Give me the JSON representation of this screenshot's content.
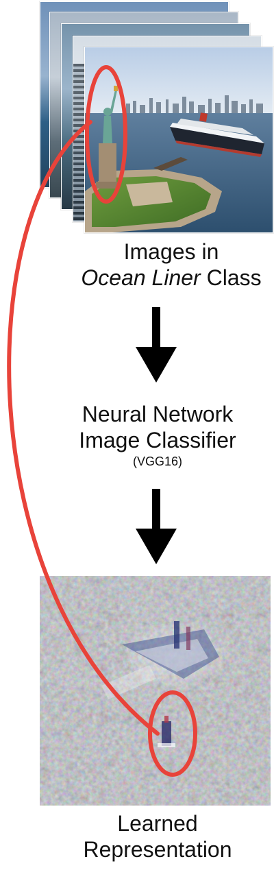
{
  "input": {
    "line1": "Images in",
    "class_name": "Ocean Liner",
    "class_suffix": " Class"
  },
  "model": {
    "line1": "Neural Network",
    "line2": "Image Classifier",
    "name": "(VGG16)"
  },
  "output": {
    "line1": "Learned",
    "line2": "Representation"
  },
  "colors": {
    "highlight": "#e8433a",
    "arrow": "#000000"
  }
}
